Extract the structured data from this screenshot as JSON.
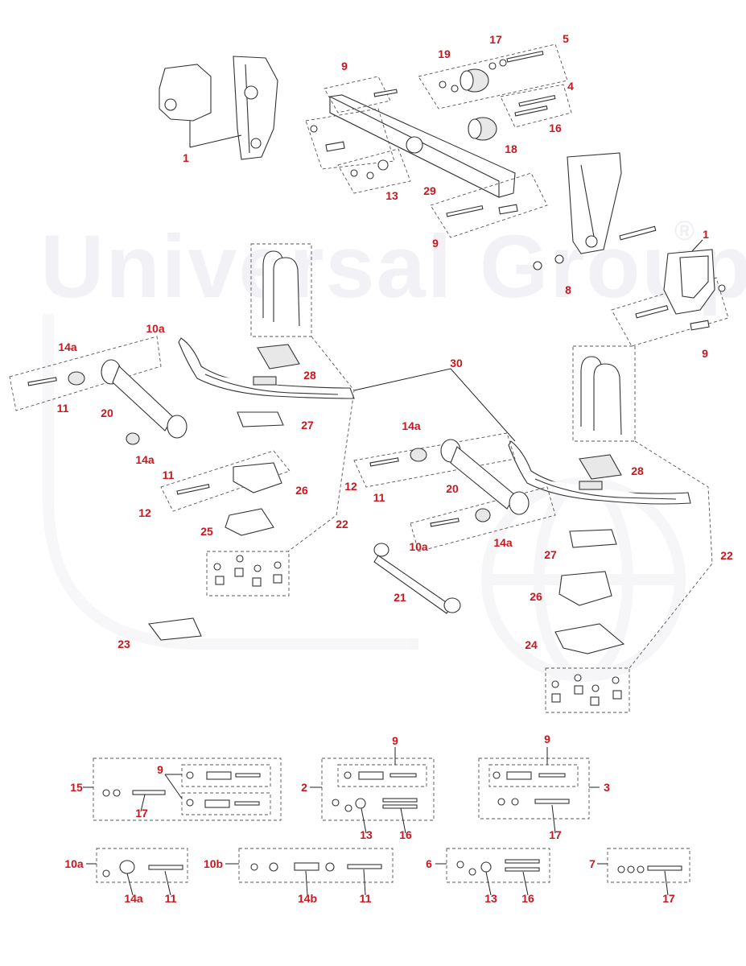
{
  "watermark": {
    "text": "Universal Group",
    "mark": "®"
  },
  "callouts": {
    "c1a": "1",
    "c1b": "1",
    "c2": "2",
    "c3": "3",
    "c4": "4",
    "c5": "5",
    "c6": "6",
    "c7": "7",
    "c8": "8",
    "c9a": "9",
    "c9b": "9",
    "c9c": "9",
    "c9d": "9",
    "c9e": "9",
    "c9f": "9",
    "c10a1": "10a",
    "c10a2": "10a",
    "c10a3": "10a",
    "c10b": "10b",
    "c11a": "11",
    "c11b": "11",
    "c11c": "11",
    "c11d": "11",
    "c11e": "11",
    "c12a": "12",
    "c12b": "12",
    "c13a": "13",
    "c13b": "13",
    "c13c": "13",
    "c14a1": "14a",
    "c14a2": "14a",
    "c14a3": "14a",
    "c14a4": "14a",
    "c14a5": "14a",
    "c14b": "14b",
    "c15": "15",
    "c16a": "16",
    "c16b": "16",
    "c16c": "16",
    "c17a": "17",
    "c17b": "17",
    "c17c": "17",
    "c17d": "17",
    "c18": "18",
    "c19": "19",
    "c20a": "20",
    "c20b": "20",
    "c21": "21",
    "c22a": "22",
    "c22b": "22",
    "c23": "23",
    "c24": "24",
    "c25": "25",
    "c26a": "26",
    "c26b": "26",
    "c27a": "27",
    "c27b": "27",
    "c28a": "28",
    "c28b": "28",
    "c29": "29",
    "c30": "30"
  },
  "colors": {
    "callout": "#c8171e",
    "watermark": "#f2f1f5",
    "line": "#333333"
  }
}
